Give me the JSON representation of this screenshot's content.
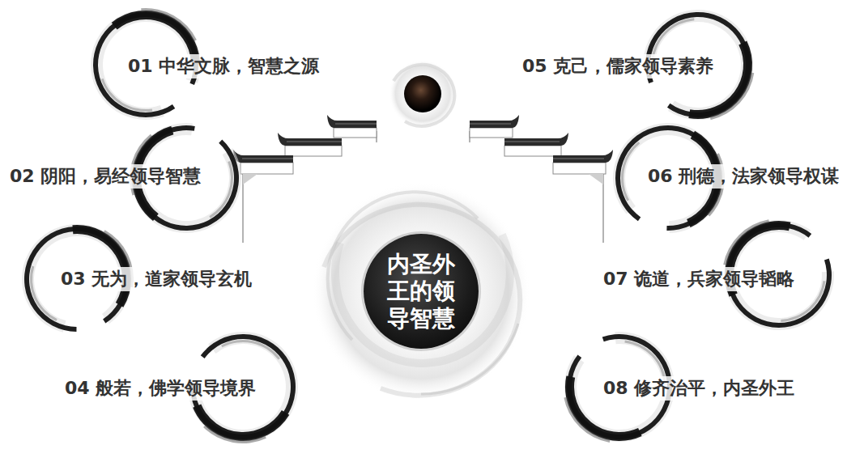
{
  "diagram": {
    "nodes": [
      {
        "text": [
          "01 中华文脉，智慧之源"
        ]
      },
      {
        "text": [
          "02 阴阳，易经领导智慧"
        ]
      },
      {
        "text": [
          "03 无为，道家领导玄机"
        ]
      },
      {
        "text": [
          "04 般若，佛学领导境界"
        ]
      },
      {
        "text": [
          "05 克己，儒家领导素养"
        ]
      },
      {
        "text": [
          "06 刑德，法家领导权谋"
        ]
      },
      {
        "text": [
          "07 诡道，兵家领导韬略"
        ]
      },
      {
        "text": [
          "08 修齐治平，内圣外王"
        ]
      },
      {
        "text": [
          "内圣外王的领导智慧"
        ]
      }
    ]
  }
}
